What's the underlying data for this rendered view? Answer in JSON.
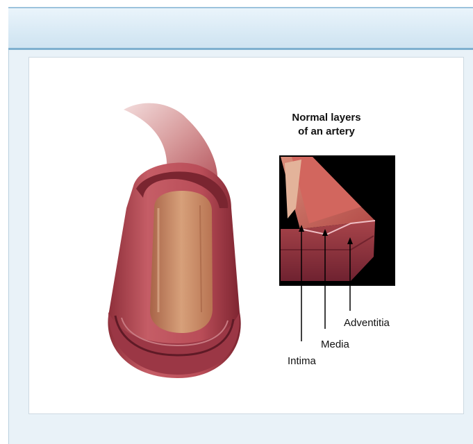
{
  "header": {
    "title": ""
  },
  "diagram": {
    "caption_line1": "Normal layers",
    "caption_line2": "of an artery",
    "labels": {
      "intima": "Intima",
      "media": "Media",
      "adventitia": "Adventitia"
    }
  },
  "colors": {
    "header_border": "#7fb0cf",
    "panel_background": "#e9f2f8",
    "artery_outer": "#b9585f",
    "lumen": "#c98a64",
    "inset_background": "#000000"
  }
}
